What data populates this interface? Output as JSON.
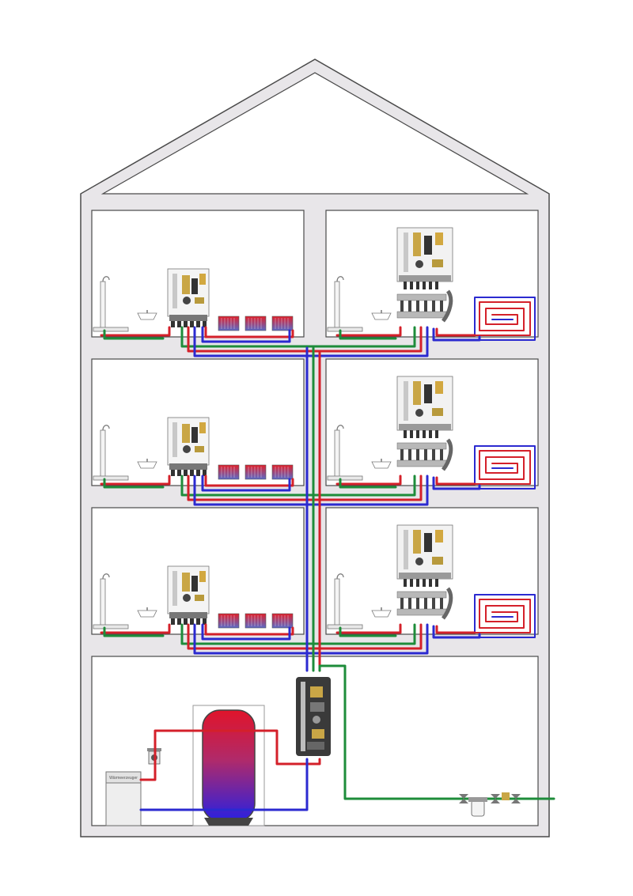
{
  "colors": {
    "hot_pipe": "#d4202a",
    "cold_pipe": "#2b2ad0",
    "water_pipe": "#1e8c3a",
    "wall": "#e8e6e9",
    "outline": "#4a4a4a"
  },
  "basement": {
    "heat_generator_label": "Wärmeerzeuger"
  },
  "floors": [
    {
      "level": 3
    },
    {
      "level": 2
    },
    {
      "level": 1
    }
  ]
}
